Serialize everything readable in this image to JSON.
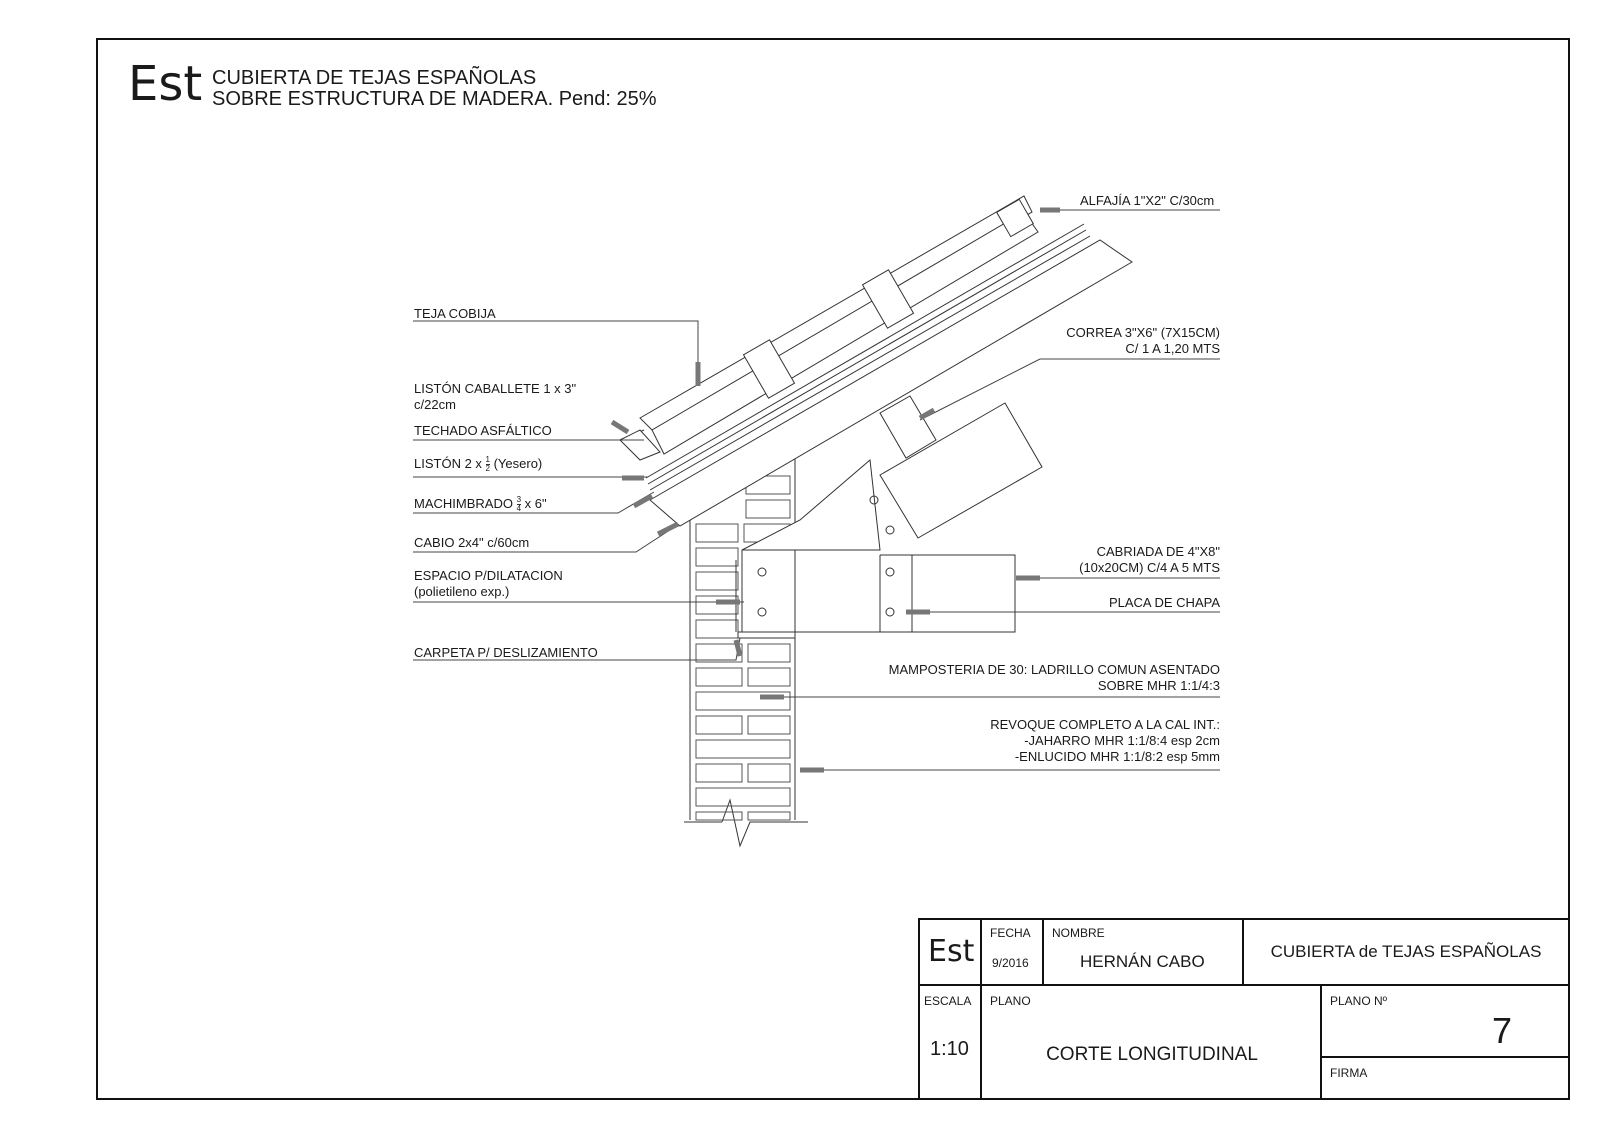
{
  "header": {
    "code": "Est",
    "title_line1": "CUBIERTA DE TEJAS ESPAÑOLAS",
    "title_line2": "SOBRE ESTRUCTURA DE MADERA. Pend: 25%"
  },
  "labels": {
    "alfajia": "ALFAJÍA 1\"X2\" C/30cm",
    "teja_cobija": "TEJA COBIJA",
    "correa_1": "CORREA 3\"X6\" (7X15CM)",
    "correa_2": "C/ 1 A 1,20 MTS",
    "liston_caballete_1": "LISTÓN CABALLETE 1 x 3\"",
    "liston_caballete_2": "c/22cm",
    "techado": "TECHADO ASFÁLTICO",
    "liston_yesero_a": "LISTÓN 2 x ",
    "liston_yesero_frac_n": "1",
    "liston_yesero_frac_d": "2",
    "liston_yesero_b": " (Yesero)",
    "machimbrado_a": "MACHIMBRADO ",
    "machimbrado_frac_n": "3",
    "machimbrado_frac_d": "4",
    "machimbrado_b": " x 6\"",
    "cabio": "CABIO 2x4\" c/60cm",
    "espacio_1": "ESPACIO P/DILATACION",
    "espacio_2": "(polietileno exp.)",
    "carpeta": "CARPETA P/ DESLIZAMIENTO",
    "cabriada_1": "CABRIADA DE 4\"X8\"",
    "cabriada_2": "(10x20CM) C/4 A 5 MTS",
    "placa": "PLACA DE CHAPA",
    "mamposteria_1": "MAMPOSTERIA  DE 30: LADRILLO COMUN ASENTADO",
    "mamposteria_2": "SOBRE MHR 1:1/4:3",
    "revoque_1": "REVOQUE COMPLETO A LA CAL INT.:",
    "revoque_2": "-JAHARRO MHR 1:1/8:4 esp 2cm",
    "revoque_3": "-ENLUCIDO MHR 1:1/8:2 esp 5mm"
  },
  "title_block": {
    "code": "Est",
    "fecha_label": "FECHA",
    "fecha": "9/2016",
    "nombre_label": "NOMBRE",
    "nombre": "HERNÁN CABO",
    "project": "CUBIERTA de TEJAS ESPAÑOLAS",
    "escala_label": "ESCALA",
    "escala": "1:10",
    "plano_label": "PLANO",
    "plano": "CORTE LONGITUDINAL",
    "plano_no_label": "PLANO Nº",
    "plano_no": "7",
    "firma_label": "FIRMA"
  }
}
